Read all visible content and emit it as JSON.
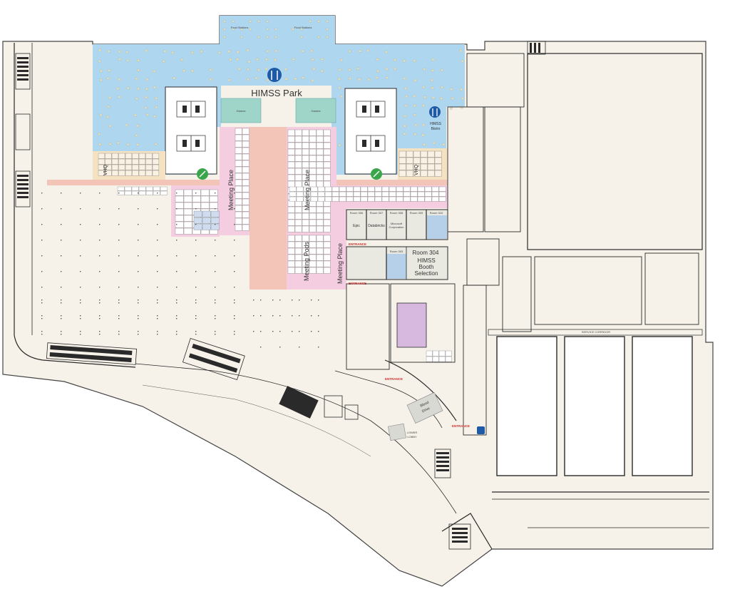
{
  "colors": {
    "floor": "#f6f2ea",
    "park": "#aed6ee",
    "aisle": "#f2c5b8",
    "meeting": "#f4cde0",
    "booth_room": "#b7d0ea",
    "selection_room": "#e9e9e2",
    "purple_room": "#d7b9df",
    "vhq": "#f4e2c2",
    "dining_icon": "#1f5aa6",
    "connector_icon": "#3aa64a",
    "entrance_red": "#d32f2f"
  },
  "park": {
    "title": "HIMSS Park",
    "food_stations_left": "Food Stations",
    "food_stations_right": "Food Stations",
    "games_left": "Games",
    "games_right": "Games",
    "bistro_line1": "HIMSS",
    "bistro_line2": "Bistro",
    "park_icon": "dining-icon",
    "bistro_icon": "dining-icon"
  },
  "zones": {
    "vhq_left": "VHQ",
    "vhq_right": "VHQ",
    "meeting_place_1": "Meeting Place",
    "meeting_place_2": "Meeting Place",
    "meeting_place_3": "Meeting Place",
    "meeting_pods": "Meeting Pods"
  },
  "rooms": {
    "room_306": "Room 306",
    "room_307": "Room 307",
    "room_308": "Room 308",
    "room_309": "Room 309",
    "room_310": "Room 310",
    "room_303": "Room 303",
    "room_304": "Room 304",
    "epic": "Epic",
    "databricks": "Databricks",
    "microsoft": "Microsoft",
    "microsoft_2": "Corporation",
    "selection_1": "HIMSS",
    "selection_2": "Booth",
    "selection_3": "Selection"
  },
  "lower": {
    "blood_drive_1": "Blood",
    "blood_drive_2": "Drive",
    "lower_lobby_1": "LOWER",
    "lower_lobby_2": "LOBBY",
    "service_corridor": "SERVICE CORRIDOR"
  },
  "entrances": {
    "e1": "ENTRANCE",
    "e2": "ENTRANCE",
    "e3": "ENTRANCE",
    "e4": "ENTRANCE"
  }
}
